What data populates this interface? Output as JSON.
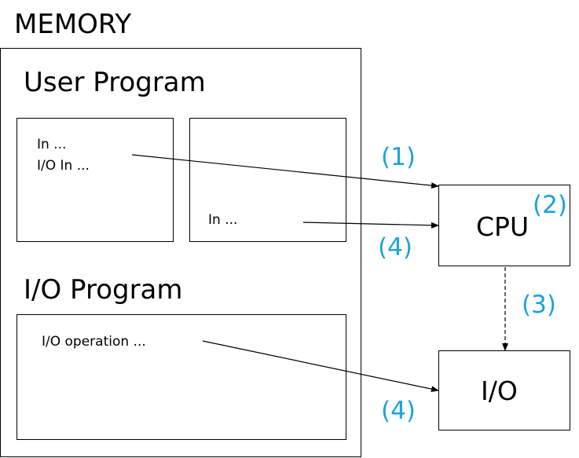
{
  "memory": {
    "title": "MEMORY",
    "user_program": {
      "title": "User Program",
      "box1": {
        "line1": "In ...",
        "line2": "I/O In ..."
      },
      "box2": {
        "line1": "In ..."
      }
    },
    "io_program": {
      "title": "I/O Program",
      "box": {
        "line1": "I/O operation ..."
      }
    }
  },
  "cpu": {
    "label": "CPU"
  },
  "io": {
    "label": "I/O"
  },
  "steps": {
    "s1": "(1)",
    "s2": "(2)",
    "s3": "(3)",
    "s4a": "(4)",
    "s4b": "(4)"
  },
  "colors": {
    "step_label": "#1aa3dc",
    "lines": "#000000"
  }
}
